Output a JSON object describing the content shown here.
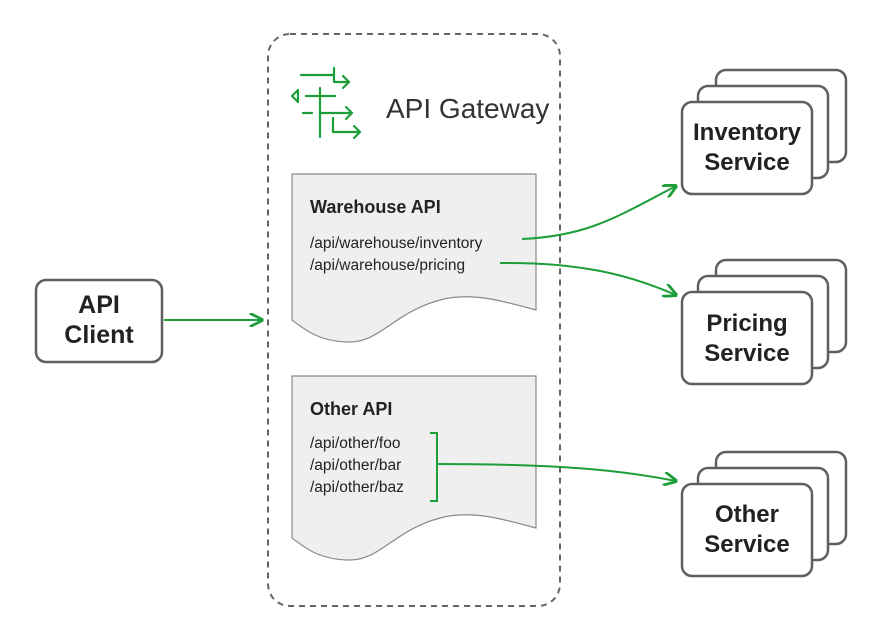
{
  "colors": {
    "accent": "#1e9e3a",
    "box_border": "#5f5f5f",
    "doc_fill": "#efefef",
    "doc_border": "#8a8a8a",
    "gateway_border": "#666666",
    "text": "#222222"
  },
  "client": {
    "line1": "API",
    "line2": "Client"
  },
  "gateway": {
    "title": "API Gateway",
    "icon": "routing-arrows-icon"
  },
  "warehouse_api": {
    "title": "Warehouse API",
    "routes": [
      "/api/warehouse/inventory",
      "/api/warehouse/pricing"
    ]
  },
  "other_api": {
    "title": "Other API",
    "routes": [
      "/api/other/foo",
      "/api/other/bar",
      "/api/other/baz"
    ]
  },
  "services": [
    {
      "line1": "Inventory",
      "line2": "Service"
    },
    {
      "line1": "Pricing",
      "line2": "Service"
    },
    {
      "line1": "Other",
      "line2": "Service"
    }
  ]
}
